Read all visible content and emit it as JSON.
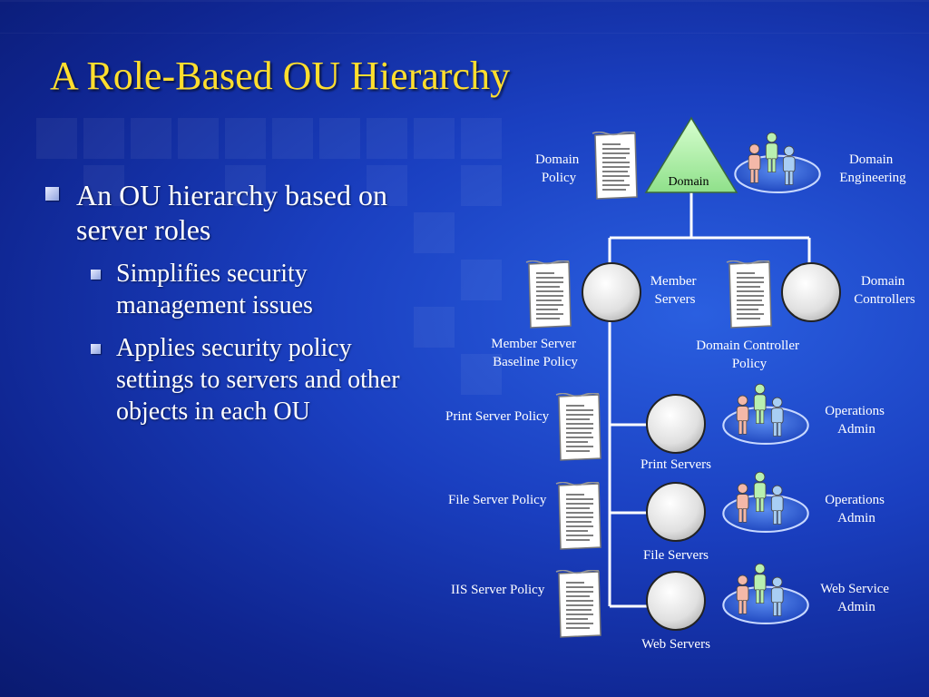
{
  "slide": {
    "title": "A Role-Based OU Hierarchy",
    "bullet": "An OU hierarchy based on server roles",
    "sub_bullets": [
      "Simplifies security management issues",
      "Applies security policy settings to servers and other objects in each OU"
    ]
  },
  "diagram": {
    "domain": {
      "label": "Domain",
      "policy": [
        "Domain",
        "Policy"
      ],
      "admins": [
        "Domain",
        "Engineering"
      ]
    },
    "member_servers": {
      "label": [
        "Member",
        "Servers"
      ],
      "policy": [
        "Member Server",
        "Baseline Policy"
      ]
    },
    "domain_controllers": {
      "label": [
        "Domain",
        "Controllers"
      ],
      "policy": [
        "Domain Controller",
        "Policy"
      ]
    },
    "print_servers": {
      "label": "Print Servers",
      "policy": "Print Server Policy",
      "admins": [
        "Operations",
        "Admin"
      ]
    },
    "file_servers": {
      "label": "File Servers",
      "policy": "File Server Policy",
      "admins": [
        "Operations",
        "Admin"
      ]
    },
    "web_servers": {
      "label": "Web Servers",
      "policy": "IIS Server Policy",
      "admins": [
        "Web Service",
        "Admin"
      ]
    }
  },
  "colors": {
    "title": "#ffde2e",
    "connector": "#ffffff",
    "domain_triangle": "#b8f5b0",
    "ou_circle": "#e6e6e6"
  },
  "icons": {
    "policy": "policy-document-icon",
    "admin_group": "user-group-icon",
    "ou": "ou-circle-icon",
    "domain": "domain-triangle-icon"
  }
}
